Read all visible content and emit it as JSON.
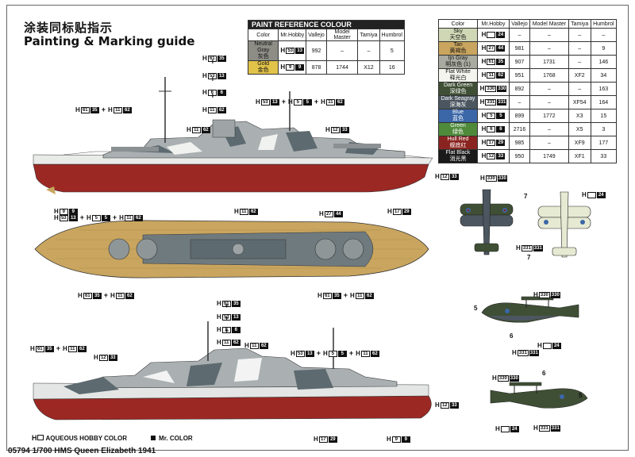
{
  "title_cn": "涂装同标贴指示",
  "title_en": "Painting & Marking guide",
  "paint_ref": {
    "heading": "PAINT  REFERENCE COLOUR",
    "columns": [
      "Color",
      "Mr.Hobby",
      "Vallejo",
      "Model Master",
      "Tamiya",
      "Humbrol"
    ],
    "rows": [
      {
        "name": "Neutral Gray",
        "cn": "灰色",
        "swatch": "#8d8d86",
        "hobby": "53",
        "hobby2": "13",
        "vallejo": "992",
        "master": "–",
        "tamiya": "–",
        "humbrol": "5"
      },
      {
        "name": "Gold",
        "cn": "金色",
        "swatch": "#e2c34a",
        "hobby": "9",
        "hobby2": "9",
        "vallejo": "878",
        "master": "1744",
        "tamiya": "X12",
        "humbrol": "16"
      }
    ]
  },
  "color_table": {
    "columns": [
      "Color",
      "Mr.Hobby",
      "Vallejo",
      "Model Master",
      "Tamiya",
      "Humbrol"
    ],
    "rows": [
      {
        "name": "Sky",
        "cn": "天空色",
        "swatch": "#cfd7b5",
        "text": "#111",
        "hobby2": "24",
        "vallejo": "–",
        "master": "–",
        "tamiya": "–",
        "humbrol": "–"
      },
      {
        "name": "Tan",
        "cn": "黄褐色",
        "swatch": "#c9a55f",
        "text": "#111",
        "hobby": "27",
        "hobby2": "44",
        "vallejo": "981",
        "master": "–",
        "tamiya": "–",
        "humbrol": "9"
      },
      {
        "name": "Ijn Gray",
        "cn": "明灰色 (1)",
        "swatch": "#a9aaa0",
        "text": "#111",
        "hobby": "61",
        "hobby2": "35",
        "vallejo": "907",
        "master": "1731",
        "tamiya": "–",
        "humbrol": "146"
      },
      {
        "name": "Flat White",
        "cn": "释光白",
        "swatch": "#f5f5f0",
        "text": "#111",
        "hobby": "11",
        "hobby2": "62",
        "vallejo": "951",
        "master": "1768",
        "tamiya": "XF2",
        "humbrol": "34"
      },
      {
        "name": "Dark Green",
        "cn": "深绿色",
        "swatch": "#3f4f35",
        "text": "#fff",
        "hobby": "330",
        "hobby2": "330",
        "vallejo": "892",
        "master": "–",
        "tamiya": "–",
        "humbrol": "163"
      },
      {
        "name": "Dark Seagray",
        "cn": "深海灰",
        "swatch": "#4c5660",
        "text": "#fff",
        "hobby": "331",
        "hobby2": "331",
        "vallejo": "–",
        "master": "–",
        "tamiya": "XF54",
        "humbrol": "164"
      },
      {
        "name": "Blue",
        "cn": "蓝色",
        "swatch": "#3b66a8",
        "text": "#fff",
        "hobby": "5",
        "hobby2": "5",
        "vallejo": "899",
        "master": "1772",
        "tamiya": "X3",
        "humbrol": "15"
      },
      {
        "name": "Green",
        "cn": "绿色",
        "swatch": "#4f8a3a",
        "text": "#fff",
        "hobby": "6",
        "hobby2": "6",
        "vallejo": "2716",
        "master": "–",
        "tamiya": "X5",
        "humbrol": "3"
      },
      {
        "name": "Hull Red",
        "cn": "舰底红",
        "swatch": "#8a2420",
        "text": "#fff",
        "hobby": "17",
        "hobby2": "29",
        "vallejo": "985",
        "master": "–",
        "tamiya": "XF9",
        "humbrol": "177"
      },
      {
        "name": "Flat Black",
        "cn": "消光黑",
        "swatch": "#1a1a1a",
        "text": "#fff",
        "hobby": "12",
        "hobby2": "33",
        "vallejo": "950",
        "master": "1749",
        "tamiya": "XF1",
        "humbrol": "33"
      }
    ]
  },
  "codes": {
    "c61_35": {
      "a": "61",
      "b": "35"
    },
    "c53_13": {
      "a": "53",
      "b": "13"
    },
    "c6_6": {
      "a": "6",
      "b": "6"
    },
    "c11_62": {
      "a": "11",
      "b": "62"
    },
    "c5_5": {
      "a": "5",
      "b": "5"
    },
    "c12_33": {
      "a": "12",
      "b": "33"
    },
    "c9_9": {
      "a": "9",
      "b": "9"
    },
    "c17_29": {
      "a": "17",
      "b": "29"
    },
    "c27_44": {
      "a": "27",
      "b": "44"
    },
    "c330": {
      "a": "330",
      "b": "330"
    },
    "c331": {
      "a": "331",
      "b": "331"
    },
    "c24": {
      "a": "",
      "b": "24"
    }
  },
  "callout_numbers": {
    "seven": "7",
    "five": "5",
    "six": "6"
  },
  "legend": {
    "hobby": "AQUEOUS HOBBY COLOR",
    "mr": "Mr. COLOR"
  },
  "product": "05794 1/700 HMS Queen Elizabeth 1941"
}
